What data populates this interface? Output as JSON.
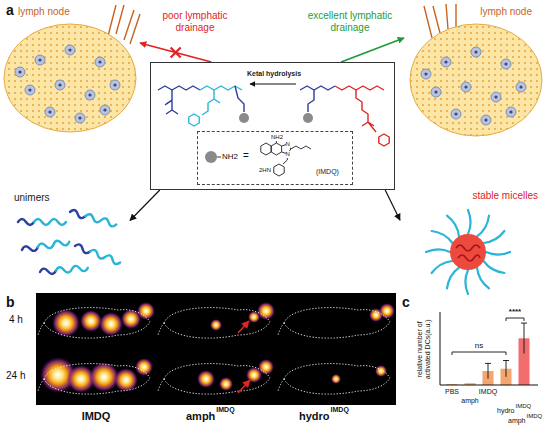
{
  "diagram": {
    "nodes": [
      {
        "text": [
          "lymph node"
        ]
      },
      {
        "text": [
          "lymph node"
        ]
      },
      {
        "text": [
          "Ketal hydrolysis"
        ]
      },
      {
        "text": [
          "(IMDQ)"
        ],
        "in": 2
      },
      {
        "text": [
          "unimers"
        ]
      },
      {
        "text": [
          "stable micelles"
        ]
      }
    ],
    "edges": [
      {
        "from": 2,
        "to": 0,
        "arrow": "to"
      },
      {
        "from": 2,
        "to": 1,
        "arrow": "to"
      },
      {
        "from": 2,
        "to": 4,
        "arrow": "to"
      },
      {
        "from": 2,
        "to": 5,
        "arrow": "to"
      }
    ],
    "labels": [
      "a",
      "poor lymphatic drainage",
      "excellent lymphatic drainage",
      "NH2",
      "=",
      "NH2",
      "N",
      "N",
      "2HN",
      "b",
      "4 h",
      "24 h",
      "IMDQ",
      "amph",
      "IMDQ",
      "hydro",
      "IMDQ",
      "c",
      "relative number of activated DCs(a.u.)",
      "ns",
      "****",
      "PBS",
      "amph",
      "IMDQ",
      "hydro",
      "IMDQ",
      "amph",
      "IMDQ"
    ]
  }
}
